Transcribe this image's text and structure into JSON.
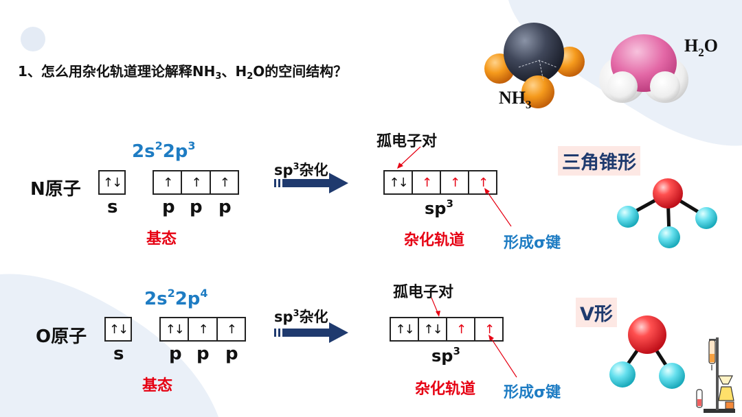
{
  "title": {
    "prefix": "1、怎么用杂化轨道理论解释NH",
    "sub1": "3",
    "mid": "、H",
    "sub2": "2",
    "suffix": "O的空间结构？"
  },
  "molecules": {
    "nh3": {
      "text": "NH",
      "sub": "3"
    },
    "h2o": {
      "text": "H",
      "sub": "2",
      "tail": "O"
    }
  },
  "rows": [
    {
      "atom": "N原子",
      "config": {
        "a": "2s",
        "a_sup": "2",
        "b": "2p",
        "b_sup": "3"
      },
      "s_box": [
        "↑↓"
      ],
      "s_label": "s",
      "p_box": [
        "↑",
        "↑",
        "↑"
      ],
      "p_labels": [
        "p",
        "p",
        "p"
      ],
      "ground": "基态",
      "hybridization": {
        "text": "sp",
        "sup": "3",
        "tail": "杂化"
      },
      "lone_pair": "孤电子对",
      "hyb_box": [
        "↑↓",
        "↑",
        "↑",
        "↑"
      ],
      "sp3": {
        "text": "sp",
        "sup": "3"
      },
      "hyb_orbital": "杂化轨道",
      "sigma": "形成σ键",
      "shape": "三角锥形"
    },
    {
      "atom": "O原子",
      "config": {
        "a": "2s",
        "a_sup": "2",
        "b": "2p",
        "b_sup": "4"
      },
      "s_box": [
        "↑↓"
      ],
      "s_label": "s",
      "p_box": [
        "↑↓",
        "↑",
        "↑"
      ],
      "p_labels": [
        "p",
        "p",
        "p"
      ],
      "ground": "基态",
      "hybridization": {
        "text": "sp",
        "sup": "3",
        "tail": "杂化"
      },
      "lone_pair": "孤电子对",
      "hyb_box": [
        "↑↓",
        "↑↓",
        "↑",
        "↑"
      ],
      "sp3": {
        "text": "sp",
        "sup": "3"
      },
      "hyb_orbital": "杂化轨道",
      "sigma": "形成σ键",
      "shape": "V形"
    }
  ],
  "colors": {
    "red": "#e60012",
    "blue": "#1e7cc3",
    "arrow": "#1f3a6e",
    "bg_blob": "#eaf0f8"
  }
}
